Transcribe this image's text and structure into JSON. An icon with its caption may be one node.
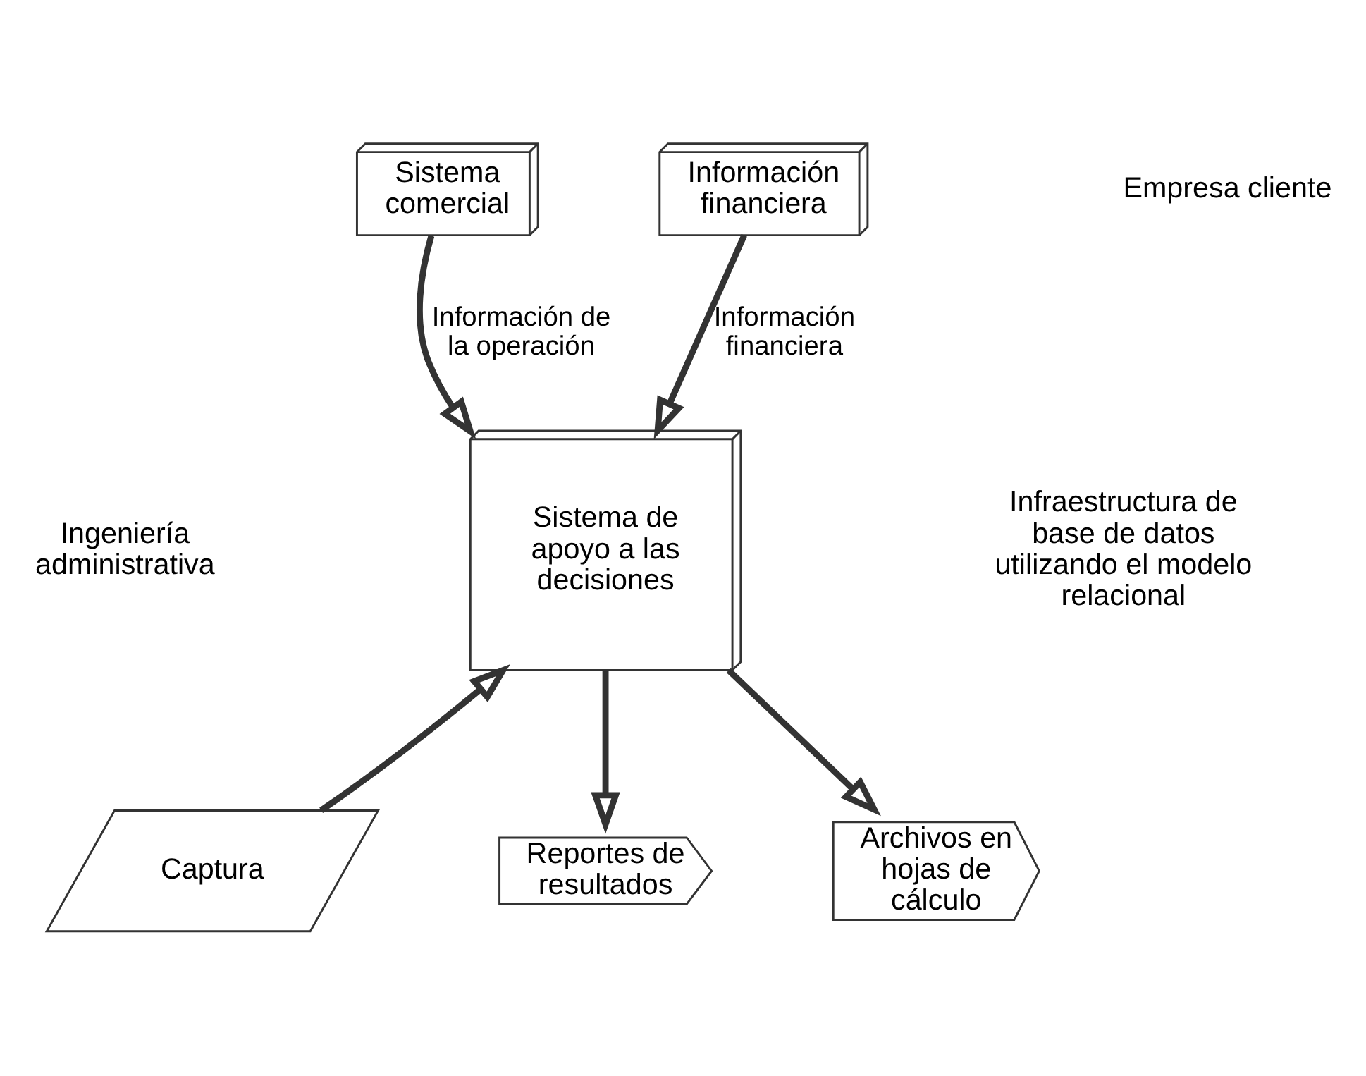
{
  "diagram": {
    "nodes": [
      {
        "text": [
          "Sistema comercial"
        ]
      },
      {
        "text": [
          "Información financiera"
        ]
      },
      {
        "text": [
          "Sistema de apoyo a las decisiones"
        ]
      },
      {
        "text": [
          "Captura"
        ]
      },
      {
        "text": [
          "Reportes de resultados"
        ]
      },
      {
        "text": [
          "Archivos en hojas de cálculo"
        ]
      }
    ],
    "edges": [
      {
        "from": 0,
        "to": 2,
        "arrow": "to",
        "label": "Información de la operación"
      },
      {
        "from": 1,
        "to": 2,
        "arrow": "to",
        "label": "Información financiera"
      },
      {
        "from": 3,
        "to": 2,
        "arrow": "to"
      },
      {
        "from": 2,
        "to": 4,
        "arrow": "to"
      },
      {
        "from": 2,
        "to": 5,
        "arrow": "to"
      }
    ],
    "labels": [
      "Empresa cliente",
      "Ingeniería administrativa",
      "Infraestructura de base de datos utilizando el modelo relacional"
    ]
  }
}
